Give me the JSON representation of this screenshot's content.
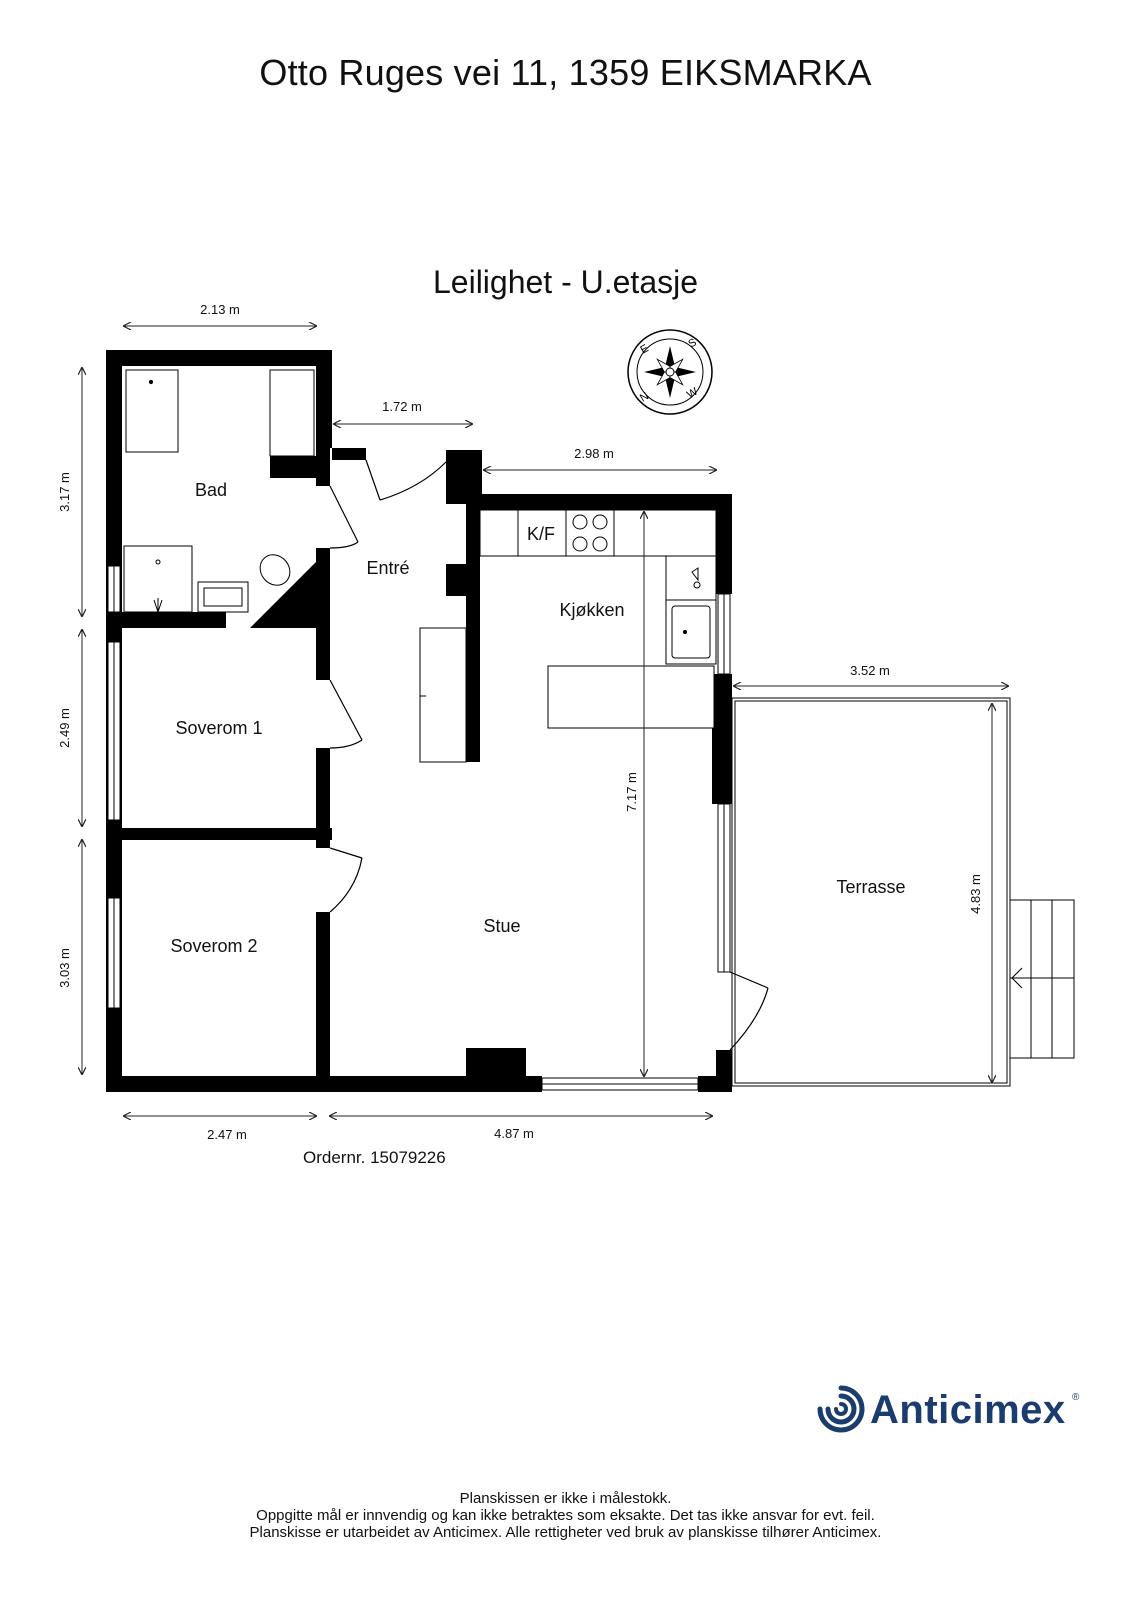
{
  "header": {
    "address": "Otto Ruges vei 11, 1359 EIKSMARKA",
    "floor": "Leilighet  - U.etasje"
  },
  "rooms": {
    "bad": "Bad",
    "entre": "Entré",
    "kjokken": "Kjøkken",
    "kf": "K/F",
    "soverom1": "Soverom 1",
    "soverom2": "Soverom 2",
    "stue": "Stue",
    "terrasse": "Terrasse"
  },
  "dimensions": {
    "bad_width": "2.13 m",
    "entre_width": "1.72 m",
    "kjokken_width": "2.98 m",
    "terrasse_width": "3.52 m",
    "bad_height": "3.17 m",
    "soverom1_height": "2.49 m",
    "soverom2_height": "3.03 m",
    "stue_height": "7.17 m",
    "terrasse_height": "4.83 m",
    "soverom2_width": "2.47 m",
    "stue_width": "4.87 m"
  },
  "compass": {
    "n": "N",
    "e": "E",
    "s": "S",
    "w": "W"
  },
  "order_number": "Ordernr. 15079226",
  "brand": {
    "name": "Anticimex",
    "registered": "®",
    "color": "#1a3c6e"
  },
  "footer": {
    "line1": "Planskissen er ikke i målestokk.",
    "line2": "Oppgitte mål er innvendig og kan ikke betraktes som eksakte. Det tas ikke ansvar for evt. feil.",
    "line3": "Planskisse er utarbeidet av Anticimex. Alle rettigheter ved bruk av planskisse tilhører Anticimex."
  }
}
